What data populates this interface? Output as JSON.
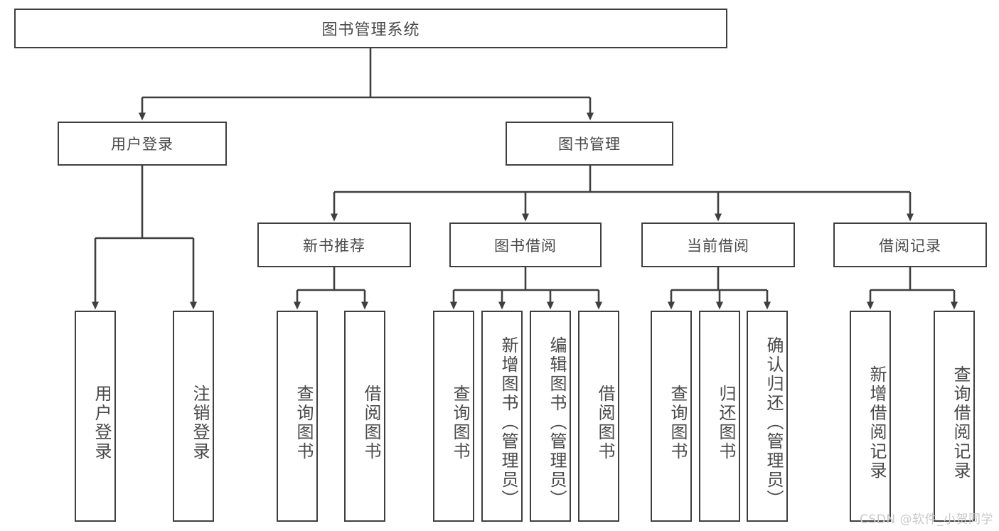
{
  "diagram": {
    "title": "图书管理系统",
    "watermark": "CSDN @软件_小贺同学",
    "accent_color": "#3f3f3f",
    "text_color": "#4a4a4a",
    "background": "#ffffff",
    "levels": {
      "root": {
        "label": "图书管理系统"
      },
      "level2": [
        {
          "label": "用户登录"
        },
        {
          "label": "图书管理"
        }
      ],
      "level3": [
        {
          "label": "新书推荐"
        },
        {
          "label": "图书借阅"
        },
        {
          "label": "当前借阅"
        },
        {
          "label": "借阅记录"
        }
      ],
      "leaves": {
        "user_login": [
          {
            "label": "用户登录"
          },
          {
            "label": "注销登录"
          }
        ],
        "new_book_recommend": [
          {
            "label": "查询图书"
          },
          {
            "label": "借阅图书"
          }
        ],
        "book_borrow": [
          {
            "label": "查询图书"
          },
          {
            "label": "新增图书（管理员）"
          },
          {
            "label": "编辑图书（管理员）"
          },
          {
            "label": "借阅图书"
          }
        ],
        "current_borrow": [
          {
            "label": "查询图书"
          },
          {
            "label": "归还图书"
          },
          {
            "label": "确认归还（管理员）"
          }
        ],
        "borrow_record": [
          {
            "label": "新增借阅记录"
          },
          {
            "label": "查询借阅记录"
          }
        ]
      }
    }
  }
}
